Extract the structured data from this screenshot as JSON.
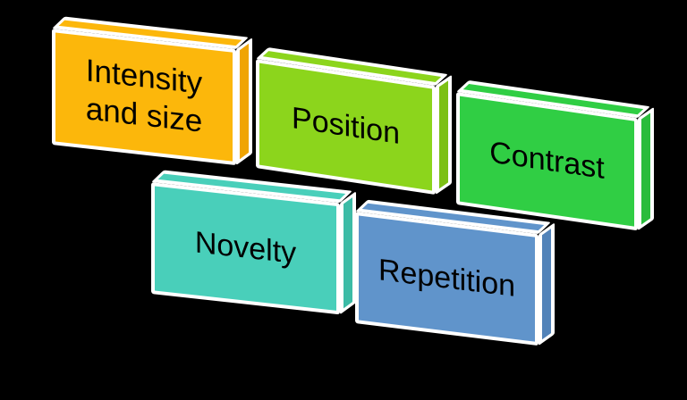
{
  "diagram": {
    "type": "3d-box-list",
    "background_color": "#000000",
    "outline_color": "#FFFFFF",
    "text_color": "#000000"
  },
  "boxes": [
    {
      "id": "intensity-and-size",
      "label": "Intensity and size",
      "fill_color": "#FCB70B",
      "side_color": "#F0A402"
    },
    {
      "id": "position",
      "label": "Position",
      "fill_color": "#8CD51C",
      "side_color": "#7CC014"
    },
    {
      "id": "contrast",
      "label": "Contrast",
      "fill_color": "#30CE44",
      "side_color": "#2ABC3C"
    },
    {
      "id": "novelty",
      "label": "Novelty",
      "fill_color": "#49CFBA",
      "side_color": "#3CBBA6"
    },
    {
      "id": "repetition",
      "label": "Repetition",
      "fill_color": "#6094CB",
      "side_color": "#5283B9"
    }
  ]
}
